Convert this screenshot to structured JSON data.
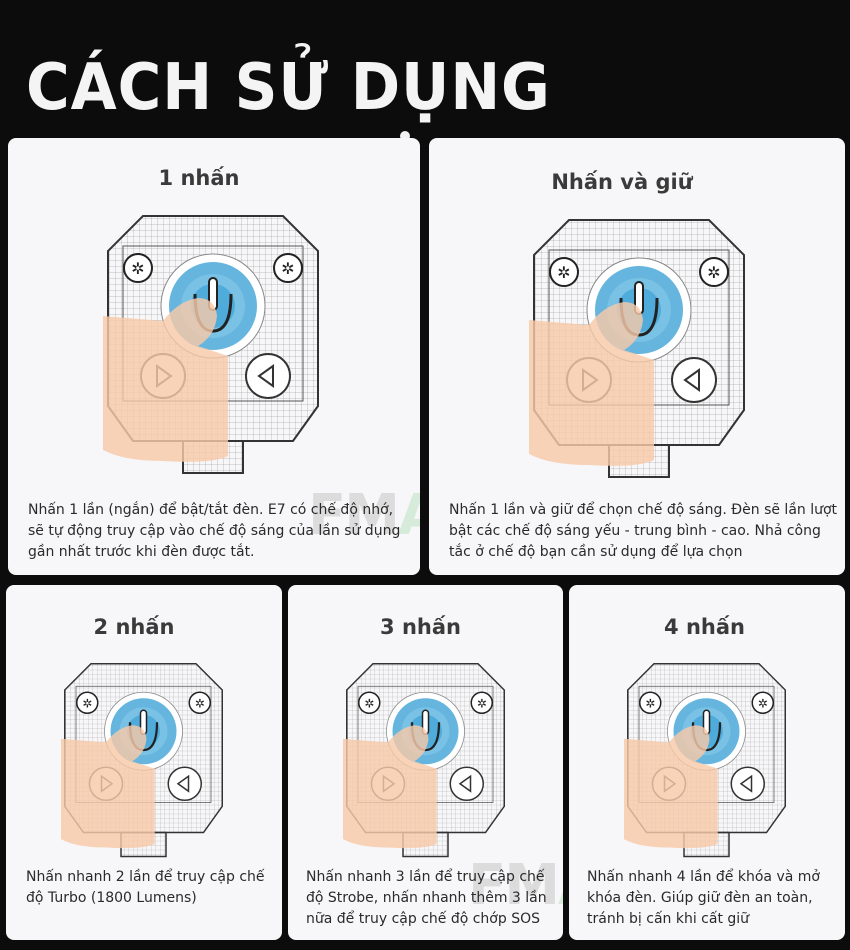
{
  "header": {
    "title": "CÁCH SỬ DỤNG"
  },
  "cards": [
    {
      "title": "1 nhấn",
      "description": "Nhấn 1 lần (ngắn) để bật/tắt đèn. E7 có chế độ nhớ, sẽ tự động truy cập vào chế độ sáng của lần sử dụng gần nhất trước khi đèn được tắt."
    },
    {
      "title": "Nhấn và giữ",
      "description": "Nhấn 1 lần và giữ để chọn chế độ sáng. Đèn sẽ lần lượt bật các chế độ sáng  yếu - trung bình - cao. Nhả công tắc ở chế độ bạn cần sử dụng để lựa chọn"
    },
    {
      "title": "2 nhấn",
      "description": "Nhấn nhanh 2 lần để truy cập chế độ Turbo (1800 Lumens)"
    },
    {
      "title": "3 nhấn",
      "description": "Nhấn nhanh 3 lần để truy cập chế độ Strobe, nhấn nhanh thêm 3 lần nữa để truy cập chế độ chớp SOS"
    },
    {
      "title": "4 nhấn",
      "description": "Nhấn nhanh 4 lần để khóa và mở khóa đèn. Giúp giữ đèn an toàn, tránh bị cấn khi cất giữ"
    }
  ],
  "watermark": {
    "text_gray": "FM",
    "text_green": "A"
  },
  "colors": {
    "background": "#0c0c0c",
    "card": "#f7f7f9",
    "button_blue": "#4aa8d8",
    "finger": "#f6c9a8"
  }
}
